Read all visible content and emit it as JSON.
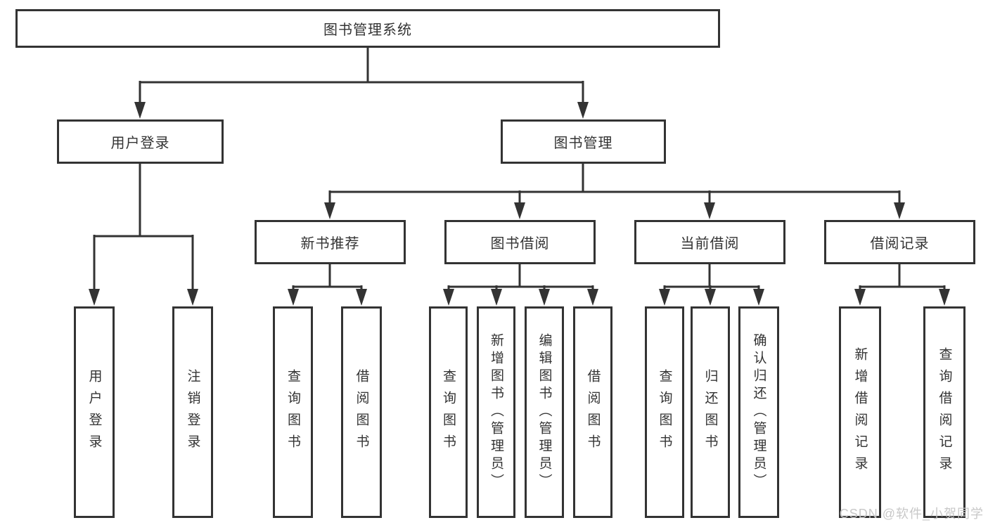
{
  "tree": {
    "label": "图书管理系统",
    "children": [
      {
        "label": "用户登录",
        "children": [
          {
            "label": "用户登录"
          },
          {
            "label": "注销登录"
          }
        ]
      },
      {
        "label": "图书管理",
        "children": [
          {
            "label": "新书推荐",
            "children": [
              {
                "label": "查询图书"
              },
              {
                "label": "借阅图书"
              }
            ]
          },
          {
            "label": "图书借阅",
            "children": [
              {
                "label": "查询图书"
              },
              {
                "label": "新增图书（管理员）"
              },
              {
                "label": "编辑图书（管理员）"
              },
              {
                "label": "借阅图书"
              }
            ]
          },
          {
            "label": "当前借阅",
            "children": [
              {
                "label": "查询图书"
              },
              {
                "label": "归还图书"
              },
              {
                "label": "确认归还（管理员）"
              }
            ]
          },
          {
            "label": "借阅记录",
            "children": [
              {
                "label": "新增借阅记录"
              },
              {
                "label": "查询借阅记录"
              }
            ]
          }
        ]
      }
    ]
  },
  "watermark": "CSDN @软件_小贺同学",
  "colors": {
    "line": "#333333",
    "box_border": "#333333",
    "text": "#333333",
    "watermark": "#c5c5c5",
    "background": "#ffffff"
  }
}
